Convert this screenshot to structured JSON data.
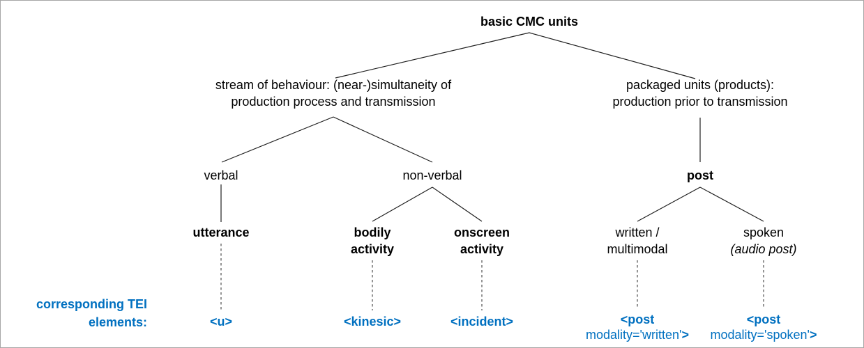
{
  "tree": {
    "root": "basic CMC units",
    "stream_branch": {
      "line1": "stream of behaviour: (near-)simultaneity of",
      "line2": "production process and transmission"
    },
    "packaged_branch": {
      "line1": "packaged units (products):",
      "line2": "production prior to transmission"
    },
    "verbal": "verbal",
    "nonverbal": "non-verbal",
    "post": "post",
    "utterance": "utterance",
    "bodily_activity": {
      "line1": "bodily",
      "line2": "activity"
    },
    "onscreen_activity": {
      "line1": "onscreen",
      "line2": "activity"
    },
    "written_multimodal": {
      "line1": "written /",
      "line2": "multimodal"
    },
    "spoken_audio_post": {
      "line1": "spoken",
      "line2": "(audio post)"
    }
  },
  "tei_row": {
    "caption": {
      "line1": "corresponding TEI",
      "line2": "elements:"
    },
    "u": "<u>",
    "kinesic": "<kinesic>",
    "incident": "<incident>",
    "post_written": {
      "line1": "<post",
      "line2": "modality='written'",
      "close": ">"
    },
    "post_spoken": {
      "line1": "<post",
      "line2": "modality='spoken'",
      "close": ">"
    }
  },
  "colors": {
    "tei_blue": "#0070C0",
    "line": "#1f1f1f",
    "dashed_line": "#4d4d4d",
    "border": "#a6a6a6"
  }
}
